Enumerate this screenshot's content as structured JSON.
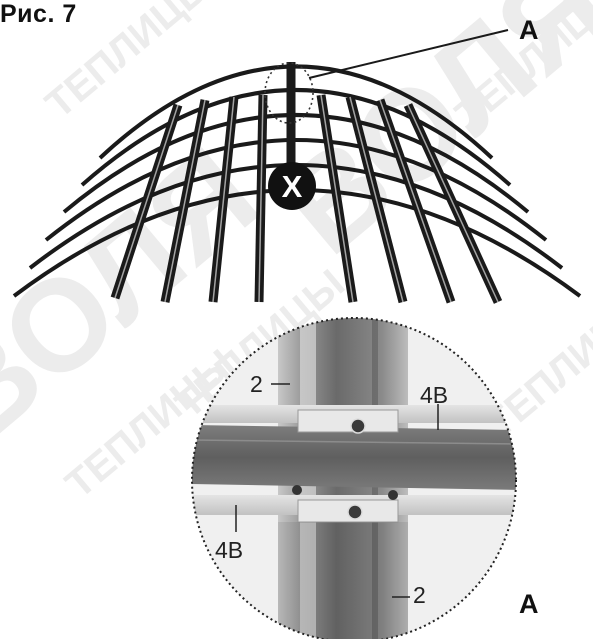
{
  "figure": {
    "title": "Рис. 7",
    "callout_top": "A",
    "callout_bottom": "A",
    "center_marker": "X"
  },
  "detail": {
    "label_post_top": "2",
    "label_beam_top": "4B",
    "label_beam_bottom": "4B",
    "label_post_bottom": "2"
  },
  "watermark": {
    "brand_text": "ТЕПЛИЦЫ",
    "logo_text": "ВОЛЯ"
  },
  "colors": {
    "line": "#1a1a1a",
    "metal_dark": "#6e6e6e",
    "metal_light": "#d4d4d4",
    "watermark": "#ececec"
  }
}
